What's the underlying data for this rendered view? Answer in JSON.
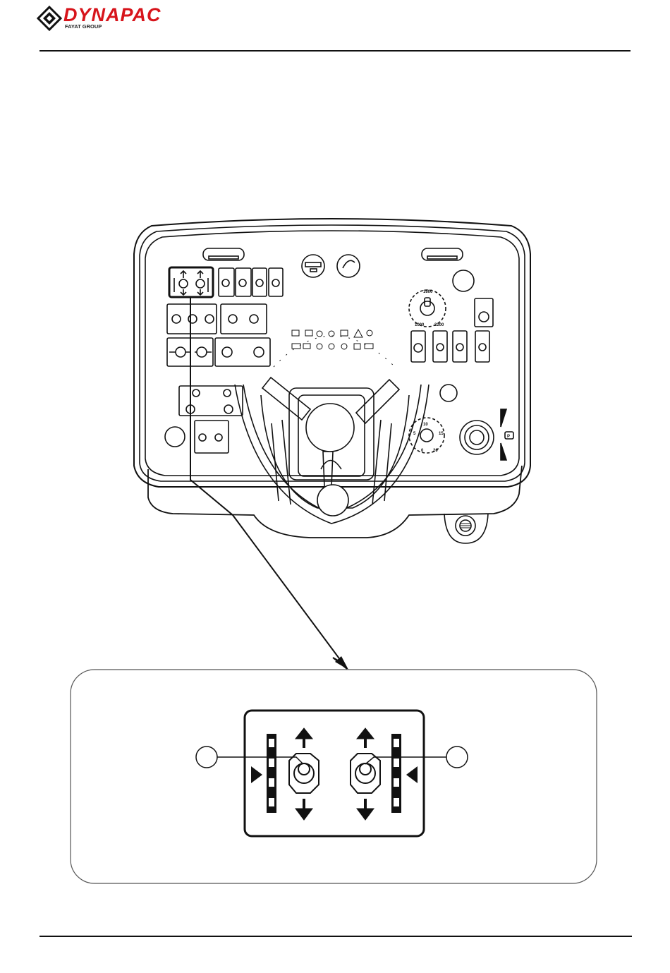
{
  "header": {
    "brand": "DYNAPAC",
    "subtitle": "FAYAT GROUP",
    "brand_color": "#d7141b"
  },
  "dashboard": {
    "rpm_scale": {
      "top": "1600",
      "left": "1000",
      "right": "2200"
    },
    "speed_scale": {
      "top": "10",
      "left": "5",
      "right": "15",
      "bottom_left": "0",
      "bottom_right": "20"
    },
    "parking_label": "P"
  },
  "icons": {
    "logo": "dynapac-diamond-logo",
    "detail_callout": "screed-extension-switch-detail"
  }
}
